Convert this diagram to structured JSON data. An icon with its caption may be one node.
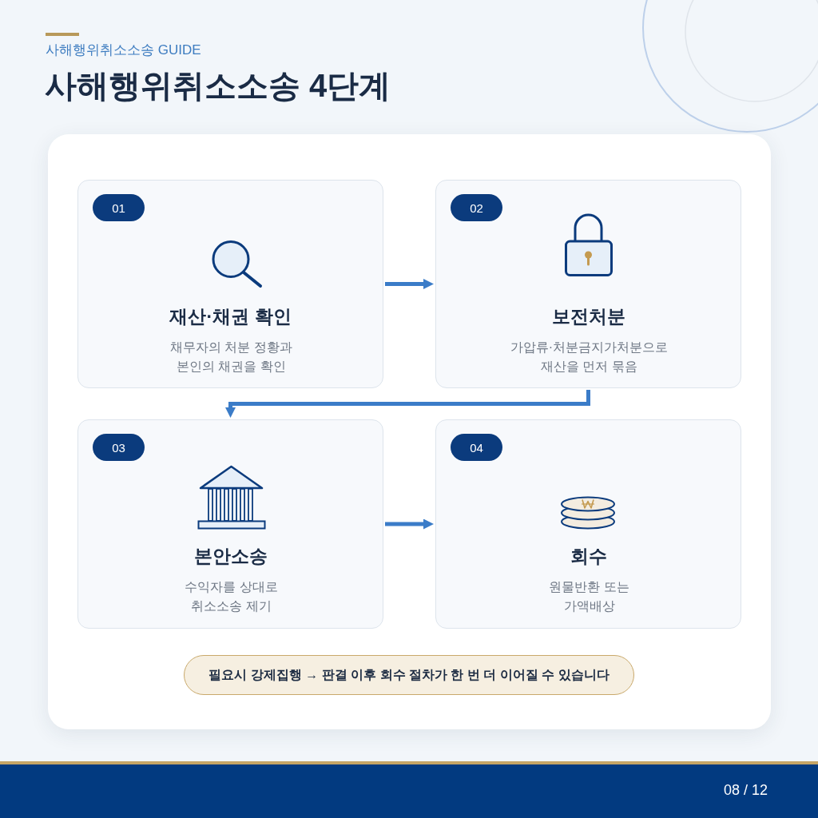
{
  "diagram": {
    "title": "사해행위취소소송 4단계",
    "nodes": [
      {
        "text": [],
        "shape": "box"
      },
      {
        "text": [
          "재산·채권 확인",
          "채무자의 처분 정황과 본인의 채권을 확인"
        ],
        "in": 0
      },
      {
        "text": [
          "01"
        ],
        "in": 1
      },
      {
        "text": [
          "보전처분",
          "가압류·처분금지가처분으로 재산을 먼저 묶음"
        ],
        "in": 0
      },
      {
        "text": [
          "02"
        ],
        "in": 3
      },
      {
        "text": [
          "본안소송",
          "수익자를 상대로 취소소송 제기"
        ],
        "in": 0
      },
      {
        "text": [
          "03"
        ],
        "in": 5
      },
      {
        "text": [
          "회수",
          "원물반환 또는 가액배상"
        ],
        "in": 0
      },
      {
        "text": [
          "04"
        ],
        "in": 7
      },
      {
        "text": [
          "필요시 강제집행 → 판결 이후 회수 절차가 한 번 더 이어질 수 있습니다"
        ],
        "in": 0
      }
    ],
    "edges": [
      {
        "from": 1,
        "to": 3,
        "arrow": "to"
      },
      {
        "from": 3,
        "to": 5,
        "arrow": "to"
      },
      {
        "from": 5,
        "to": 7,
        "arrow": "to"
      }
    ],
    "labels": [
      "사해행위취소소송 GUIDE",
      "08 / 12"
    ]
  }
}
